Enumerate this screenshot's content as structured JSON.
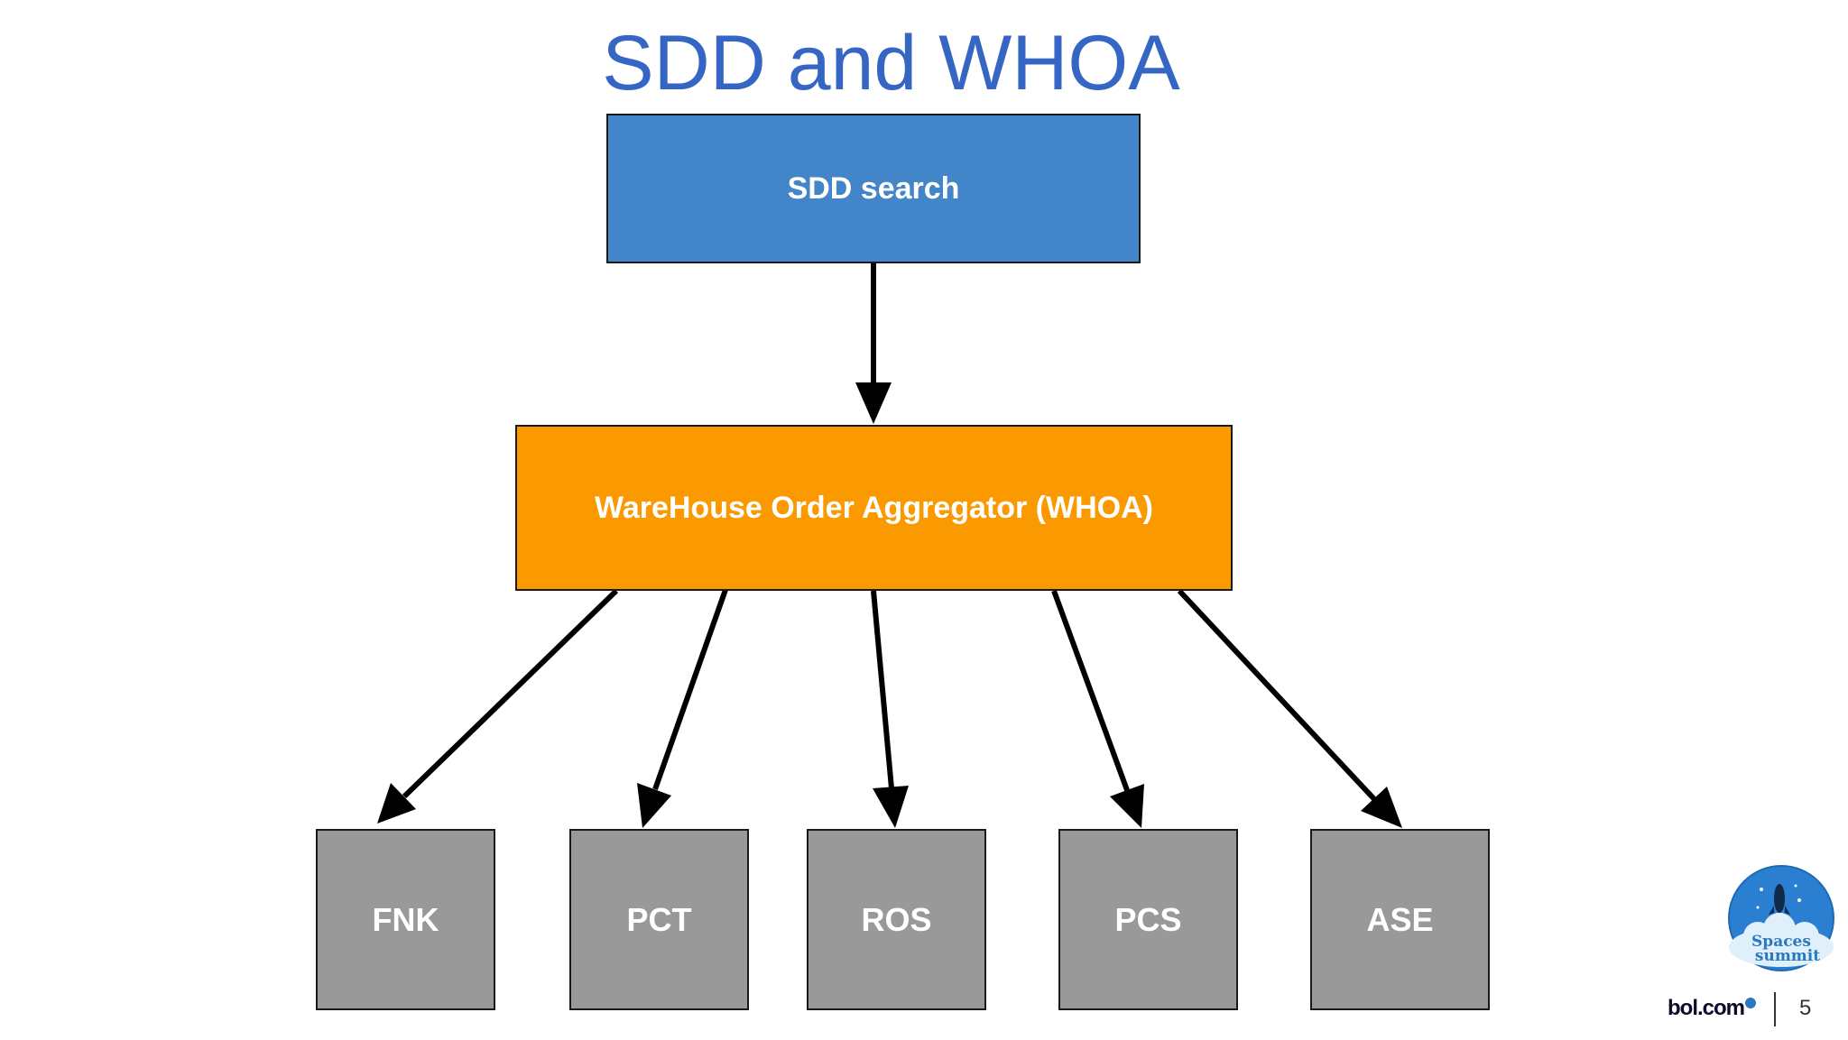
{
  "title": "SDD and WHOA",
  "diagram": {
    "top_node": "SDD search",
    "aggregator_node": "WareHouse Order Aggregator (WHOA)",
    "systems": [
      {
        "label": "FNK"
      },
      {
        "label": "PCT"
      },
      {
        "label": "ROS"
      },
      {
        "label": "PCS"
      },
      {
        "label": "ASE"
      }
    ],
    "colors": {
      "top_node": "#4285c8",
      "aggregator_node": "#fb9900",
      "systems": "#999999",
      "title": "#3566c4"
    }
  },
  "footer": {
    "badge_line1": "Spaces",
    "badge_line2": "summit",
    "brand": "bol.com",
    "page_number": "5"
  }
}
